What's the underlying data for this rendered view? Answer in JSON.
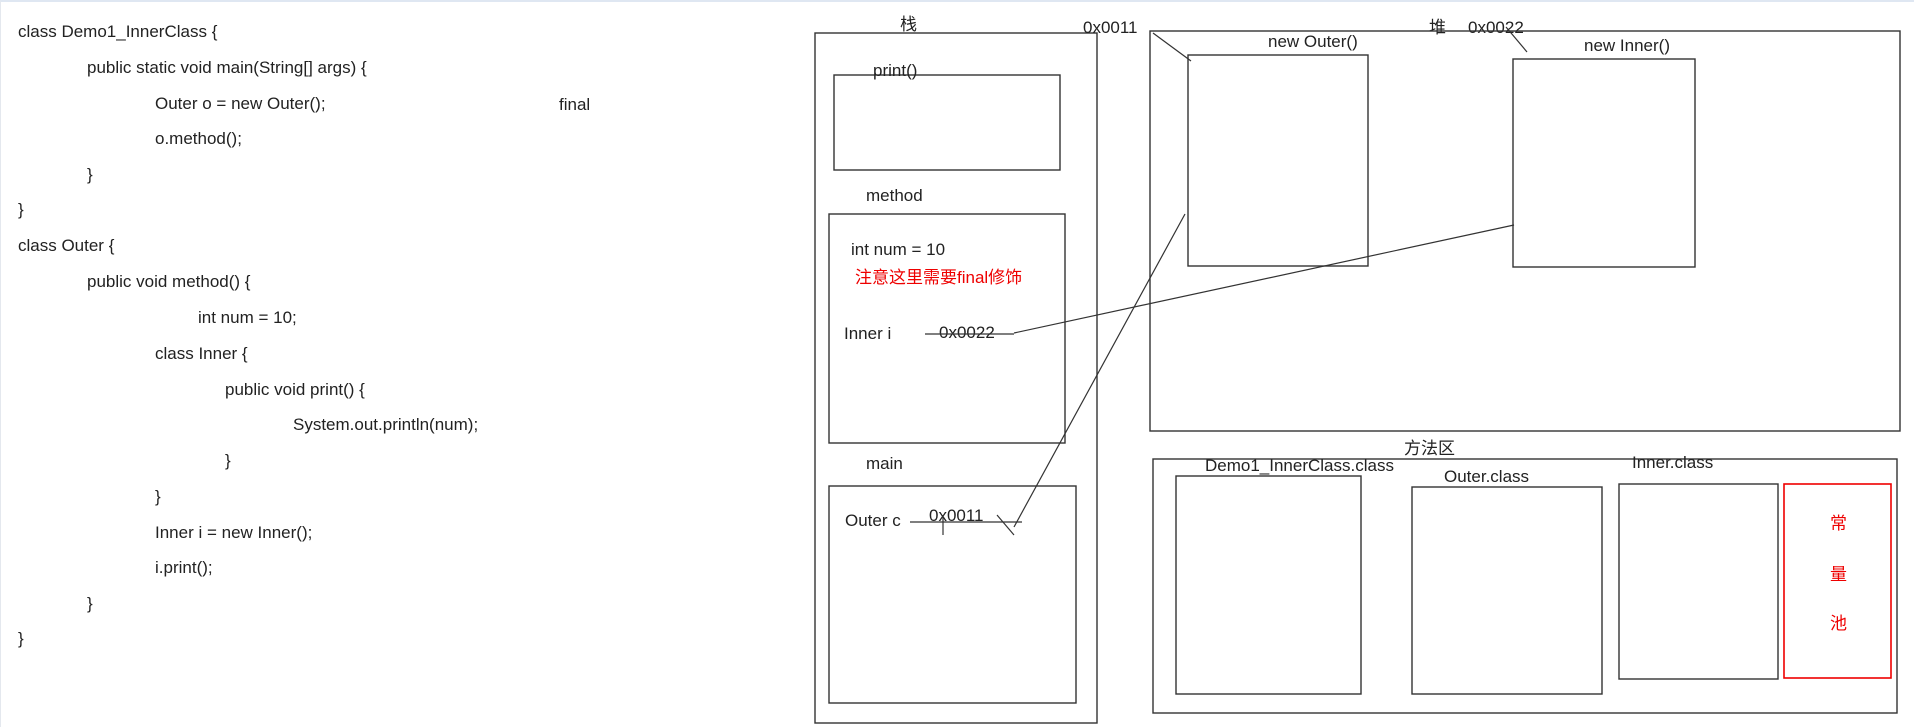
{
  "code": {
    "lines": [
      "class Demo1_InnerClass {",
      "public static void main(String[] args) {",
      "Outer o = new Outer();",
      "o.method();",
      "}",
      "}",
      "class Outer {",
      "public void method() {",
      "int num = 10;",
      "class Inner {",
      "public void print() {",
      "System.out.println(num);",
      "}",
      "}",
      "Inner i = new Inner();",
      "i.print();",
      "}",
      "}"
    ],
    "note": "final"
  },
  "diagram": {
    "stack_label": "栈",
    "heap_label": "堆",
    "method_area_label": "方法区",
    "outer_address": "0x0011",
    "inner_address": "0x0022",
    "frames": {
      "print": "print()",
      "method": "method",
      "main": "main"
    },
    "method_frame": {
      "num": "int num = 10",
      "note": "注意这里需要final修饰",
      "inner_var": "Inner i",
      "inner_value": "0x0022"
    },
    "main_frame": {
      "outer_var": "Outer c",
      "outer_value": "0x0011"
    },
    "heap_objects": [
      "new Outer()",
      "new Inner()"
    ],
    "classes": [
      "Demo1_InnerClass.class",
      "Outer.class",
      "Inner.class"
    ],
    "constant_pool": [
      "常",
      "量",
      "池"
    ],
    "colors": {
      "accent": "#ee0000",
      "line": "#333333"
    }
  }
}
